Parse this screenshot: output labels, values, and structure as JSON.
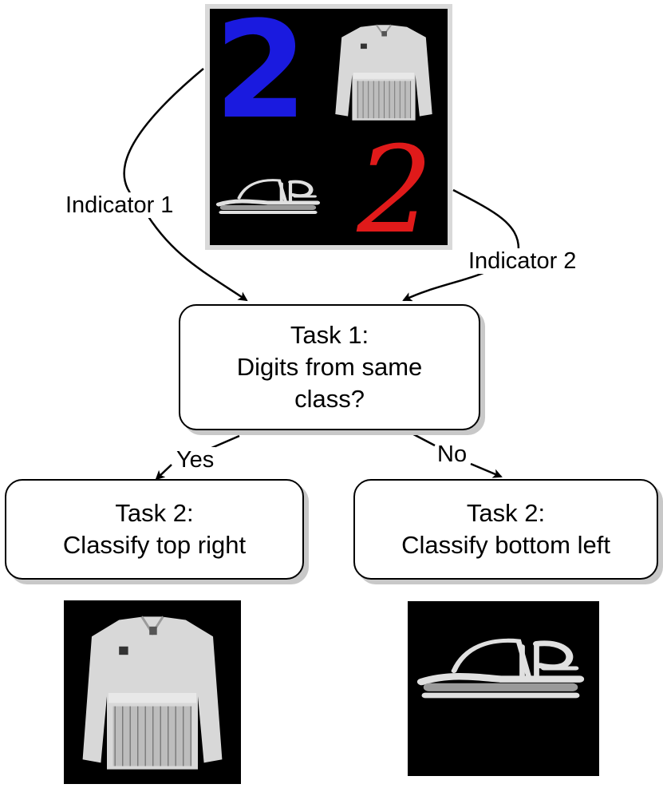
{
  "diagram": {
    "nodes": {
      "task1": {
        "title": "Task 1:",
        "lines": [
          "Digits from same",
          "class?"
        ]
      },
      "task2_yes": {
        "title": "Task 2:",
        "text": "Classify top right"
      },
      "task2_no": {
        "title": "Task 2:",
        "text": "Classify bottom left"
      }
    },
    "edge_labels": {
      "indicator1": "Indicator 1",
      "indicator2": "Indicator 2",
      "yes": "Yes",
      "no": "No"
    },
    "composite_image": {
      "top_left": {
        "digit": "2",
        "color": "#1a1adf"
      },
      "bottom_right": {
        "digit": "2",
        "color": "#e01a1a"
      },
      "top_right": "jacket",
      "bottom_left": "shoe"
    },
    "colors": {
      "image_bg": "#000000",
      "frame": "#d9d9d9",
      "clothing": "#d8d8d8"
    }
  }
}
